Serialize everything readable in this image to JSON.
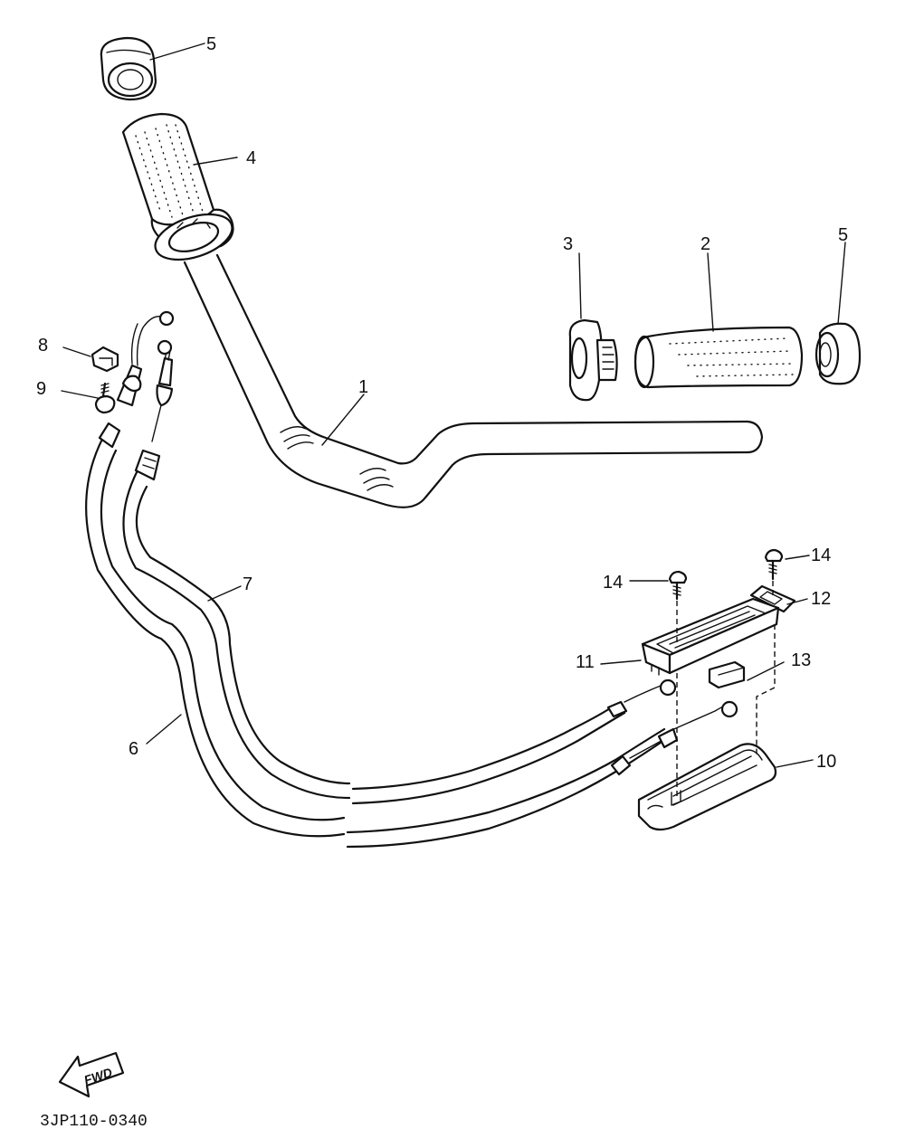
{
  "diagram": {
    "part_numbers": {
      "p1": "1",
      "p2": "2",
      "p3": "3",
      "p4": "4",
      "p5a": "5",
      "p5b": "5",
      "p6": "6",
      "p7": "7",
      "p8": "8",
      "p9": "9",
      "p10": "10",
      "p11": "11",
      "p12": "12",
      "p13": "13",
      "p14a": "14",
      "p14b": "14"
    },
    "fwd_label": "FWD",
    "drawing_code": "3JP110-0340"
  }
}
